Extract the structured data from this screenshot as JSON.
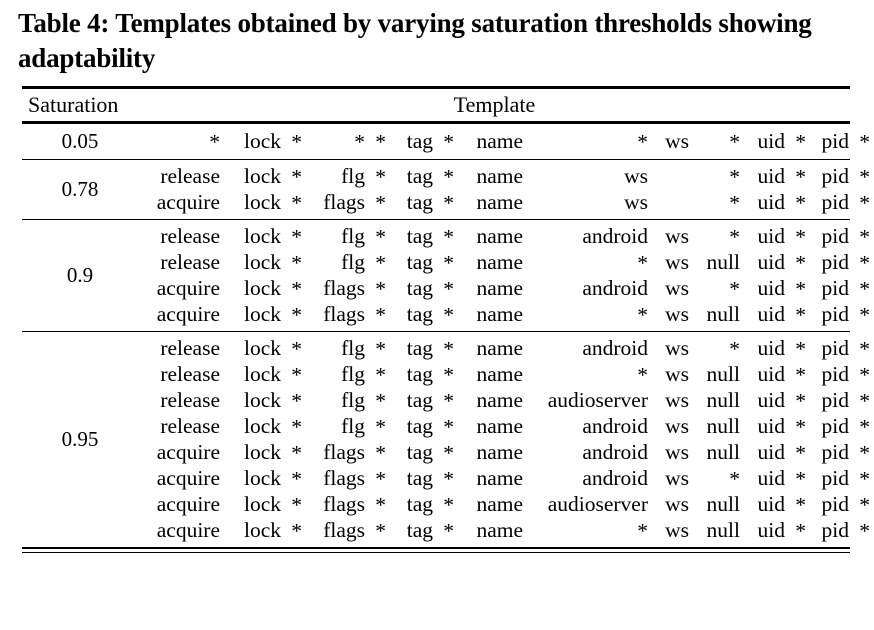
{
  "caption": "Table 4: Templates obtained by varying saturation thresholds showing adaptability",
  "columns": {
    "saturation_header": "Saturation",
    "template_header": "Template"
  },
  "token_columns": [
    "verb",
    "lock",
    "sep1",
    "flags",
    "sep2",
    "tag",
    "sep3",
    "name",
    "pkg",
    "ws",
    "nullcol",
    "uid",
    "sep4",
    "pid",
    "sep5"
  ],
  "groups": [
    {
      "saturation": "0.05",
      "rows": [
        [
          "*",
          "lock",
          "*",
          "*",
          "*",
          "tag",
          "*",
          "name",
          "",
          "*",
          "ws",
          "*",
          "uid",
          "*",
          "pid",
          "*"
        ]
      ]
    },
    {
      "saturation": "0.78",
      "rows": [
        [
          "release",
          "lock",
          "*",
          "flg",
          "*",
          "tag",
          "*",
          "name",
          "*",
          "ws",
          "",
          "*",
          "uid",
          "*",
          "pid",
          "*"
        ],
        [
          "acquire",
          "lock",
          "*",
          "flags",
          "*",
          "tag",
          "*",
          "name",
          "*",
          "ws",
          "",
          "*",
          "uid",
          "*",
          "pid",
          "*"
        ]
      ]
    },
    {
      "saturation": "0.9",
      "rows": [
        [
          "release",
          "lock",
          "*",
          "flg",
          "*",
          "tag",
          "*",
          "name",
          "android",
          "ws",
          "*",
          "uid",
          "*",
          "pid",
          "*"
        ],
        [
          "release",
          "lock",
          "*",
          "flg",
          "*",
          "tag",
          "*",
          "name",
          "*",
          "ws",
          "null",
          "uid",
          "*",
          "pid",
          "*"
        ],
        [
          "acquire",
          "lock",
          "*",
          "flags",
          "*",
          "tag",
          "*",
          "name",
          "android",
          "ws",
          "*",
          "uid",
          "*",
          "pid",
          "*"
        ],
        [
          "acquire",
          "lock",
          "*",
          "flags",
          "*",
          "tag",
          "*",
          "name",
          "*",
          "ws",
          "null",
          "uid",
          "*",
          "pid",
          "*"
        ]
      ]
    },
    {
      "saturation": "0.95",
      "rows": [
        [
          "release",
          "lock",
          "*",
          "flg",
          "*",
          "tag",
          "*",
          "name",
          "android",
          "ws",
          "*",
          "uid",
          "*",
          "pid",
          "*"
        ],
        [
          "release",
          "lock",
          "*",
          "flg",
          "*",
          "tag",
          "*",
          "name",
          "*",
          "ws",
          "null",
          "uid",
          "*",
          "pid",
          "*"
        ],
        [
          "release",
          "lock",
          "*",
          "flg",
          "*",
          "tag",
          "*",
          "name",
          "audioserver",
          "ws",
          "null",
          "uid",
          "*",
          "pid",
          "*"
        ],
        [
          "release",
          "lock",
          "*",
          "flg",
          "*",
          "tag",
          "*",
          "name",
          "android",
          "ws",
          "null",
          "uid",
          "*",
          "pid",
          "*"
        ],
        [
          "acquire",
          "lock",
          "*",
          "flags",
          "*",
          "tag",
          "*",
          "name",
          "android",
          "ws",
          "null",
          "uid",
          "*",
          "pid",
          "*"
        ],
        [
          "acquire",
          "lock",
          "*",
          "flags",
          "*",
          "tag",
          "*",
          "name",
          "android",
          "ws",
          "*",
          "uid",
          "*",
          "pid",
          "*"
        ],
        [
          "acquire",
          "lock",
          "*",
          "flags",
          "*",
          "tag",
          "*",
          "name",
          "audioserver",
          "ws",
          "null",
          "uid",
          "*",
          "pid",
          "*"
        ],
        [
          "acquire",
          "lock",
          "*",
          "flags",
          "*",
          "tag",
          "*",
          "name",
          "*",
          "ws",
          "null",
          "uid",
          "*",
          "pid",
          "*"
        ]
      ]
    }
  ],
  "grid_rows": {
    "g0": [
      [
        "*",
        "lock",
        "*",
        "*",
        "*",
        "tag",
        "*",
        "name",
        "",
        "*",
        "ws",
        "",
        "*",
        "uid",
        "*",
        "pid",
        "*"
      ]
    ]
  },
  "colors": {
    "rule": "#000000",
    "text": "#000000",
    "background": "#ffffff"
  }
}
